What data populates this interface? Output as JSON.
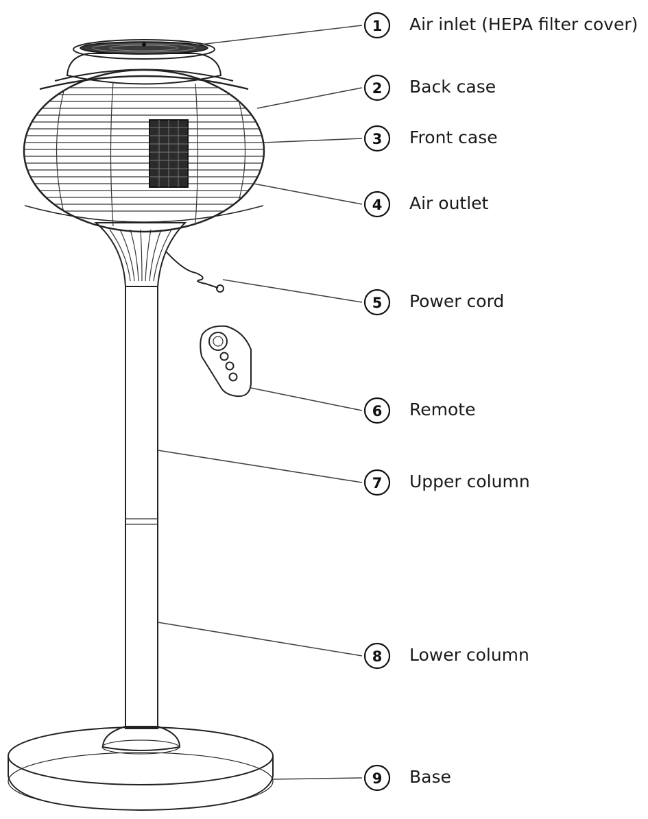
{
  "diagram": {
    "parts": [
      {
        "number": "1",
        "label": "Air inlet (HEPA filter cover)"
      },
      {
        "number": "2",
        "label": "Back case"
      },
      {
        "number": "3",
        "label": "Front case"
      },
      {
        "number": "4",
        "label": "Air outlet"
      },
      {
        "number": "5",
        "label": "Power cord"
      },
      {
        "number": "6",
        "label": "Remote"
      },
      {
        "number": "7",
        "label": "Upper column"
      },
      {
        "number": "8",
        "label": "Lower column"
      },
      {
        "number": "9",
        "label": "Base"
      }
    ]
  }
}
